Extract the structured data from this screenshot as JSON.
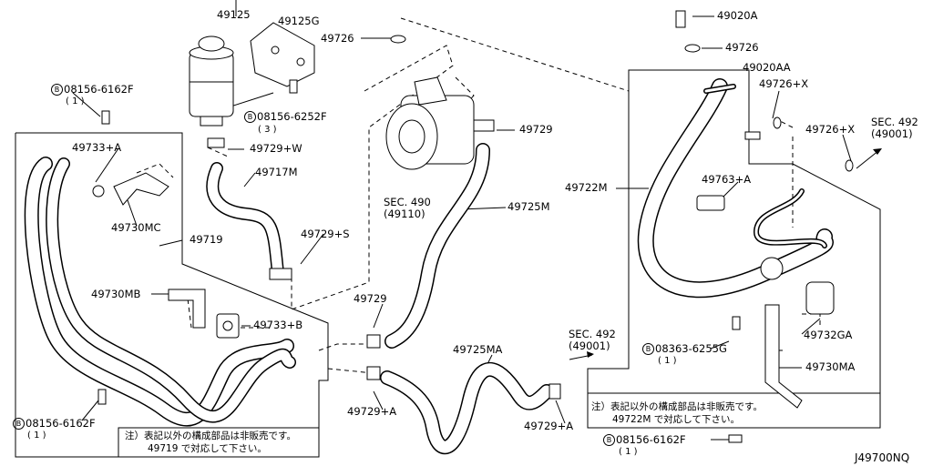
{
  "diagram_id": "J49700NQ",
  "part_labels": {
    "p49125": "49125",
    "p49125G": "49125G",
    "p49726_top": "49726",
    "p49726_right": "49726",
    "p49020A": "49020A",
    "p49020AA": "49020AA",
    "p49726X_a": "49726+X",
    "p49726X_b": "49726+X",
    "p49729_top": "49729",
    "p49729W": "49729+W",
    "p49717M": "49717M",
    "p49729S": "49729+S",
    "p49733A": "49733+A",
    "p49730MC": "49730MC",
    "p49719": "49719",
    "p49730MB": "49730MB",
    "p49733B": "49733+B",
    "p49729_mid": "49729",
    "p49725M": "49725M",
    "p49725MA": "49725MA",
    "p49729A_left": "49729+A",
    "p49729A_right": "49729+A",
    "p49722M": "49722M",
    "p49763A": "49763+A",
    "p49732GA": "49732GA",
    "p49730MA": "49730MA"
  },
  "bolt_labels": {
    "b1_code": "08156-6162F",
    "b1_qty": "( 1 )",
    "b2_code": "08156-6252F",
    "b2_qty": "( 3 )",
    "b3_code": "08156-6162F",
    "b3_qty": "( 1 )",
    "b4_code": "08363-6255G",
    "b4_qty": "( 1 )",
    "b5_code": "08156-6162F",
    "b5_qty": "( 1 )",
    "bolt_symbol": "B"
  },
  "section_refs": {
    "sec490_a": "SEC. 490",
    "sec490_b": "(49110)",
    "sec492_mid_a": "SEC. 492",
    "sec492_mid_b": "(49001)",
    "sec492_right_a": "SEC. 492",
    "sec492_right_b": "(49001)"
  },
  "notes": {
    "left_line1": "注）表記以外の構成部品は非販売です。",
    "left_line2": "49719 で対応して下さい。",
    "right_line1": "注）表記以外の構成部品は非販売です。",
    "right_line2": "49722M で対応して下さい。"
  }
}
